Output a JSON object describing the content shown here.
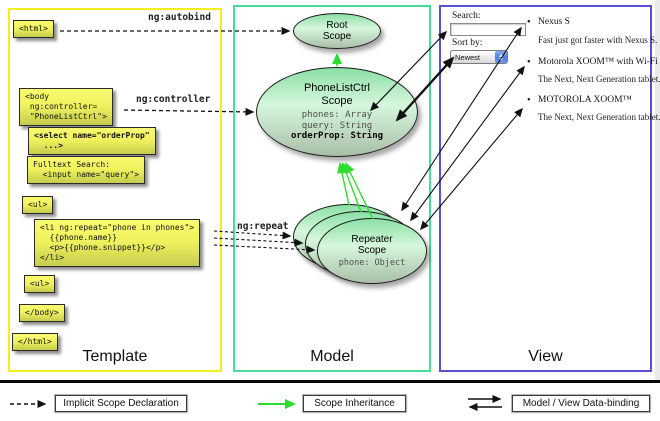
{
  "sections": {
    "template": "Template",
    "model": "Model",
    "view": "View"
  },
  "annotations": {
    "autobind": "ng:autobind",
    "controller": "ng:controller",
    "repeat": "ng:repeat"
  },
  "code_boxes": {
    "html_open": "<html>",
    "body_open": "<body\n ng:controller=\n \"PhoneListCtrl\">",
    "select": "<select name=\"orderProp\"\n  ...>",
    "fulltext": "Fulltext Search:\n  <input name=\"query\">",
    "ul_open": "<ul>",
    "li_repeat": "<li ng:repeat=\"phone in phones\">\n  {{phone.name}}\n  <p>{{phone.snippet}}</p>\n</li>",
    "ul_close": "<ul>",
    "body_close": "</body>",
    "html_close": "</html>"
  },
  "scopes": {
    "root": {
      "title": "Root\nScope"
    },
    "phonelist": {
      "title": "PhoneListCtrl\nScope",
      "attr_phones": "phones: Array",
      "attr_query": "query: String",
      "attr_orderprop": "orderProp: String"
    },
    "repeater": {
      "title": "Repeater\nScope",
      "attr_phone": "phone: Object"
    }
  },
  "view": {
    "search_label": "Search:",
    "sort_label": "Sort by:",
    "sort_value": "Newest",
    "bullet_glyph": "•",
    "items": [
      {
        "name": "Nexus S",
        "desc": "Fast just got faster with Nexus S."
      },
      {
        "name": "Motorola XOOM™ with Wi-Fi",
        "desc": "The Next, Next Generation tablet."
      },
      {
        "name": "MOTOROLA XOOM™",
        "desc": "The Next, Next Generation tablet."
      }
    ]
  },
  "legend": {
    "implicit": "Implicit Scope Declaration",
    "inheritance": "Scope Inheritance",
    "databinding": "Model / View Data-binding"
  },
  "colors": {
    "template_border": "#f2ee20",
    "model_border": "#46dd9a",
    "view_border": "#5a50d2",
    "inheritance_green": "#2ddd2d",
    "codebox_yellow": "#f0f35e",
    "scope_green": "#8cdfa6"
  }
}
